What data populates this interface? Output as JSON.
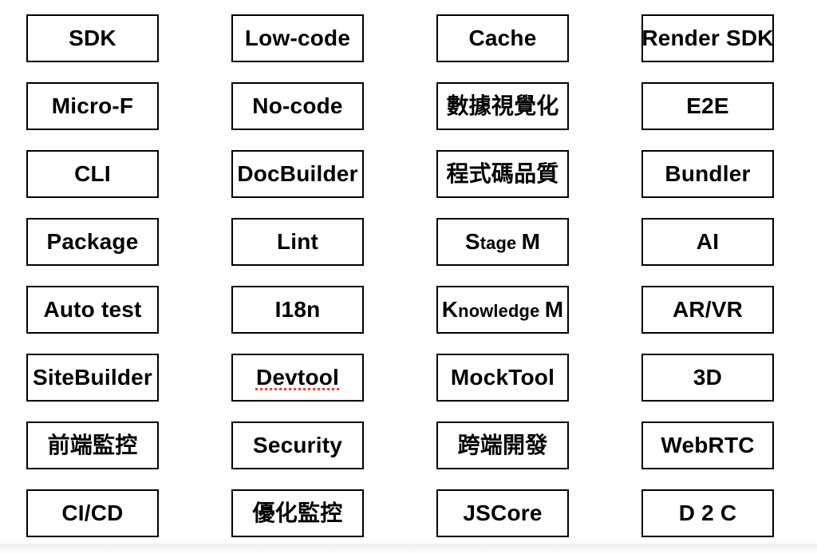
{
  "colors": {
    "page_background": "#ffffff",
    "box_border": "#000000",
    "box_background": "#ffffff",
    "label_text": "#000000",
    "spellcheck_underline": "#ff3b30",
    "bottom_strip": "#eeeef0"
  },
  "grid": {
    "columns": 4,
    "rows": 8,
    "items": [
      {
        "id": "sdk",
        "label": "SDK"
      },
      {
        "id": "low-code",
        "label": "Low-code"
      },
      {
        "id": "cache",
        "label": "Cache"
      },
      {
        "id": "render-sdk",
        "label": "Render SDK"
      },
      {
        "id": "micro-f",
        "label": "Micro-F"
      },
      {
        "id": "no-code",
        "label": "No-code"
      },
      {
        "id": "data-visualization",
        "label": "數據視覺化"
      },
      {
        "id": "e2e",
        "label": "E2E"
      },
      {
        "id": "cli",
        "label": "CLI"
      },
      {
        "id": "docbuilder",
        "label": "DocBuilder"
      },
      {
        "id": "code-quality",
        "label": "程式碼品質"
      },
      {
        "id": "bundler",
        "label": "Bundler"
      },
      {
        "id": "package",
        "label": "Package"
      },
      {
        "id": "lint",
        "label": "Lint"
      },
      {
        "id": "stage-m",
        "label": "Stage M",
        "parts": [
          {
            "text": "S",
            "size": "lg"
          },
          {
            "text": "tage ",
            "size": "sm"
          },
          {
            "text": "M",
            "size": "lg"
          }
        ]
      },
      {
        "id": "ai",
        "label": "AI"
      },
      {
        "id": "auto-test",
        "label": "Auto test"
      },
      {
        "id": "i18n",
        "label": "I18n"
      },
      {
        "id": "knowledge-m",
        "label": "Knowledge M",
        "parts": [
          {
            "text": "K",
            "size": "lg"
          },
          {
            "text": "nowledge ",
            "size": "sm"
          },
          {
            "text": "M",
            "size": "lg"
          }
        ]
      },
      {
        "id": "ar-vr",
        "label": "AR/VR"
      },
      {
        "id": "sitebuilder",
        "label": "SiteBuilder"
      },
      {
        "id": "devtool",
        "label": "Devtool",
        "spellcheck": true
      },
      {
        "id": "mocktool",
        "label": "MockTool"
      },
      {
        "id": "3d",
        "label": "3D"
      },
      {
        "id": "frontend-monitoring",
        "label": "前端監控"
      },
      {
        "id": "security",
        "label": "Security"
      },
      {
        "id": "cross-platform-dev",
        "label": "跨端開發"
      },
      {
        "id": "webrtc",
        "label": "WebRTC"
      },
      {
        "id": "ci-cd",
        "label": "CI/CD"
      },
      {
        "id": "optimization-monitoring",
        "label": "優化監控"
      },
      {
        "id": "jscore",
        "label": "JSCore"
      },
      {
        "id": "d2c",
        "label": "D 2 C"
      }
    ]
  }
}
